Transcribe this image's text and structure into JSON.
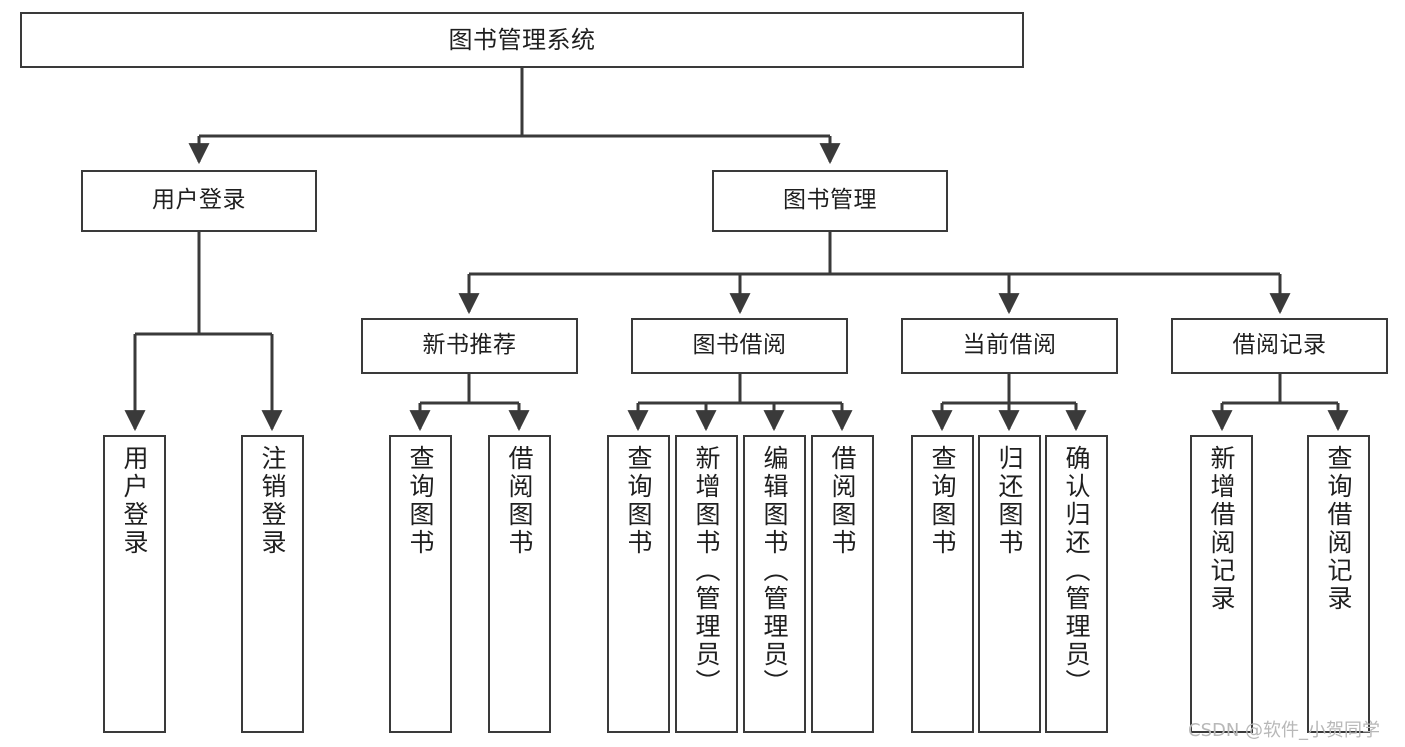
{
  "diagram": {
    "type": "tree-hierarchy",
    "title": "图书管理系统",
    "watermark": "CSDN @软件_小贺同学",
    "colors": {
      "stroke": "#3a3a3a",
      "fill": "#ffffff",
      "text": "#1f1f1f",
      "watermark": "#b8b8b8"
    },
    "nodes": {
      "root": {
        "label": "图书管理系统",
        "level": 1
      },
      "n_user_login": {
        "label": "用户登录",
        "level": 2
      },
      "n_book_manage": {
        "label": "图书管理",
        "level": 2
      },
      "n_new_book_rec": {
        "label": "新书推荐",
        "level": 3
      },
      "n_book_borrow": {
        "label": "图书借阅",
        "level": 3
      },
      "n_current_borrow": {
        "label": "当前借阅",
        "level": 3
      },
      "n_borrow_record": {
        "label": "借阅记录",
        "level": 3
      },
      "l_user_login": {
        "label": "用户登录",
        "level": 4
      },
      "l_logout": {
        "label": "注销登录",
        "level": 4
      },
      "l_query_book_1": {
        "label": "查询图书",
        "level": 4
      },
      "l_borrow_book_1": {
        "label": "借阅图书",
        "level": 4
      },
      "l_query_book_2": {
        "label": "查询图书",
        "level": 4
      },
      "l_add_book": {
        "label": "新增图书（管理员）",
        "level": 4
      },
      "l_edit_book": {
        "label": "编辑图书（管理员）",
        "level": 4
      },
      "l_borrow_book_2": {
        "label": "借阅图书",
        "level": 4
      },
      "l_query_book_3": {
        "label": "查询图书",
        "level": 4
      },
      "l_return_book": {
        "label": "归还图书",
        "level": 4
      },
      "l_confirm_return": {
        "label": "确认归还（管理员）",
        "level": 4
      },
      "l_add_record": {
        "label": "新增借阅记录",
        "level": 4
      },
      "l_query_record": {
        "label": "查询借阅记录",
        "level": 4
      }
    },
    "edges": [
      {
        "from": "root",
        "to": "n_user_login"
      },
      {
        "from": "root",
        "to": "n_book_manage"
      },
      {
        "from": "n_user_login",
        "to": "l_user_login"
      },
      {
        "from": "n_user_login",
        "to": "l_logout"
      },
      {
        "from": "n_book_manage",
        "to": "n_new_book_rec"
      },
      {
        "from": "n_book_manage",
        "to": "n_book_borrow"
      },
      {
        "from": "n_book_manage",
        "to": "n_current_borrow"
      },
      {
        "from": "n_book_manage",
        "to": "n_borrow_record"
      },
      {
        "from": "n_new_book_rec",
        "to": "l_query_book_1"
      },
      {
        "from": "n_new_book_rec",
        "to": "l_borrow_book_1"
      },
      {
        "from": "n_book_borrow",
        "to": "l_query_book_2"
      },
      {
        "from": "n_book_borrow",
        "to": "l_add_book"
      },
      {
        "from": "n_book_borrow",
        "to": "l_edit_book"
      },
      {
        "from": "n_book_borrow",
        "to": "l_borrow_book_2"
      },
      {
        "from": "n_current_borrow",
        "to": "l_query_book_3"
      },
      {
        "from": "n_current_borrow",
        "to": "l_return_book"
      },
      {
        "from": "n_current_borrow",
        "to": "l_confirm_return"
      },
      {
        "from": "n_borrow_record",
        "to": "l_add_record"
      },
      {
        "from": "n_borrow_record",
        "to": "l_query_record"
      }
    ]
  }
}
